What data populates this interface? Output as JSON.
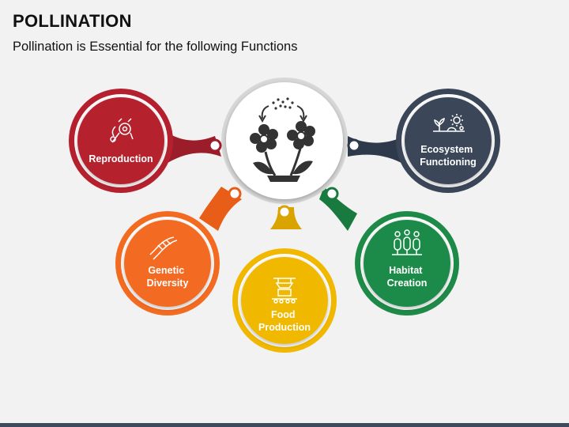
{
  "title": "POLLINATION",
  "subtitle": "Pollination is Essential for the following Functions",
  "center": {
    "icon": "flowers-pollen-icon"
  },
  "nodes": [
    {
      "id": "reproduction",
      "lines": [
        "Reproduction"
      ],
      "color": "#b5202e",
      "icon": "microscope-cell-icon"
    },
    {
      "id": "genetic-diversity",
      "lines": [
        "Genetic",
        "Diversity"
      ],
      "color": "#f36b21",
      "icon": "dna-icon"
    },
    {
      "id": "food-production",
      "lines": [
        "Food",
        "Production"
      ],
      "color": "#f1b800",
      "icon": "food-conveyor-icon"
    },
    {
      "id": "habitat-creation",
      "lines": [
        "Habitat",
        "Creation"
      ],
      "color": "#1e8a48",
      "icon": "trees-habitat-icon"
    },
    {
      "id": "ecosystem-functioning",
      "lines": [
        "Ecosystem",
        "Functioning"
      ],
      "color": "#3a4658",
      "icon": "ecosystem-sun-plant-icon"
    }
  ]
}
